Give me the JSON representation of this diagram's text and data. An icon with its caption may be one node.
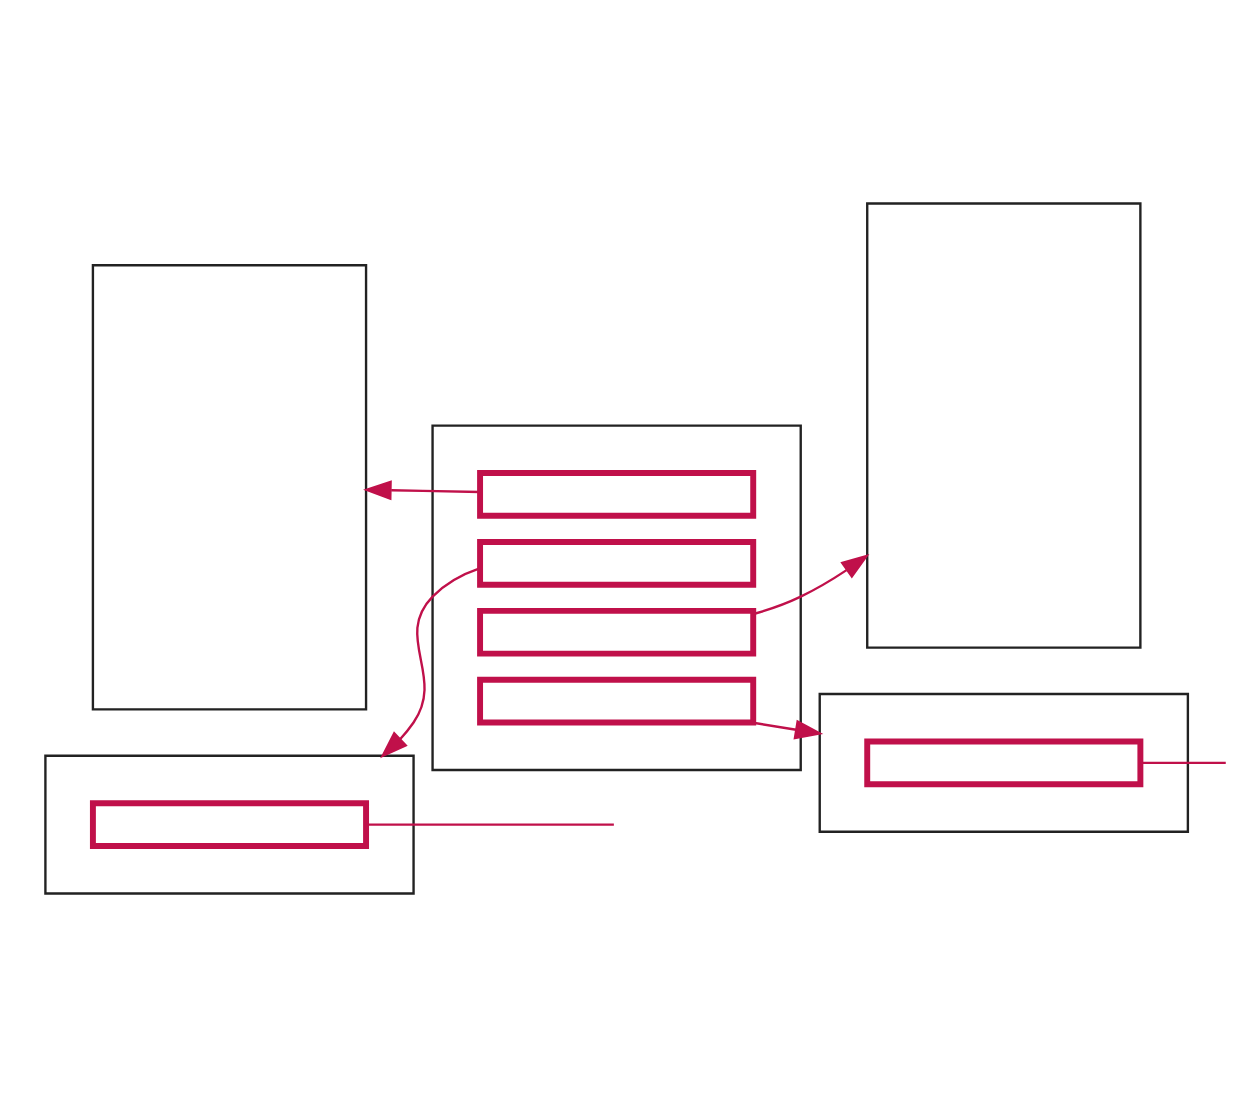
{
  "diagram": {
    "nodes": [
      {
        "text": [],
        "shape": "box"
      },
      {
        "text": [],
        "shape": "box"
      },
      {
        "text": [],
        "shape": "box"
      },
      {
        "text": [],
        "shape": "box",
        "in": 2
      },
      {
        "text": [],
        "shape": "box",
        "in": 2
      },
      {
        "text": [],
        "shape": "box",
        "in": 2
      },
      {
        "text": [],
        "shape": "box",
        "in": 2
      },
      {
        "text": [],
        "shape": "box"
      },
      {
        "text": [],
        "shape": "box",
        "in": 7
      },
      {
        "text": [],
        "shape": "box"
      },
      {
        "text": [],
        "shape": "box",
        "in": 9
      }
    ],
    "edges": [
      {
        "from": 3,
        "to": 0,
        "arrow": "to"
      },
      {
        "from": 4,
        "to": 7,
        "arrow": "to"
      },
      {
        "from": 5,
        "to": 1,
        "arrow": "to"
      },
      {
        "from": 6,
        "to": 9,
        "arrow": "to"
      },
      {
        "from": 8,
        "to": null,
        "arrow": "none"
      },
      {
        "from": 10,
        "to": null,
        "arrow": "none"
      }
    ]
  }
}
